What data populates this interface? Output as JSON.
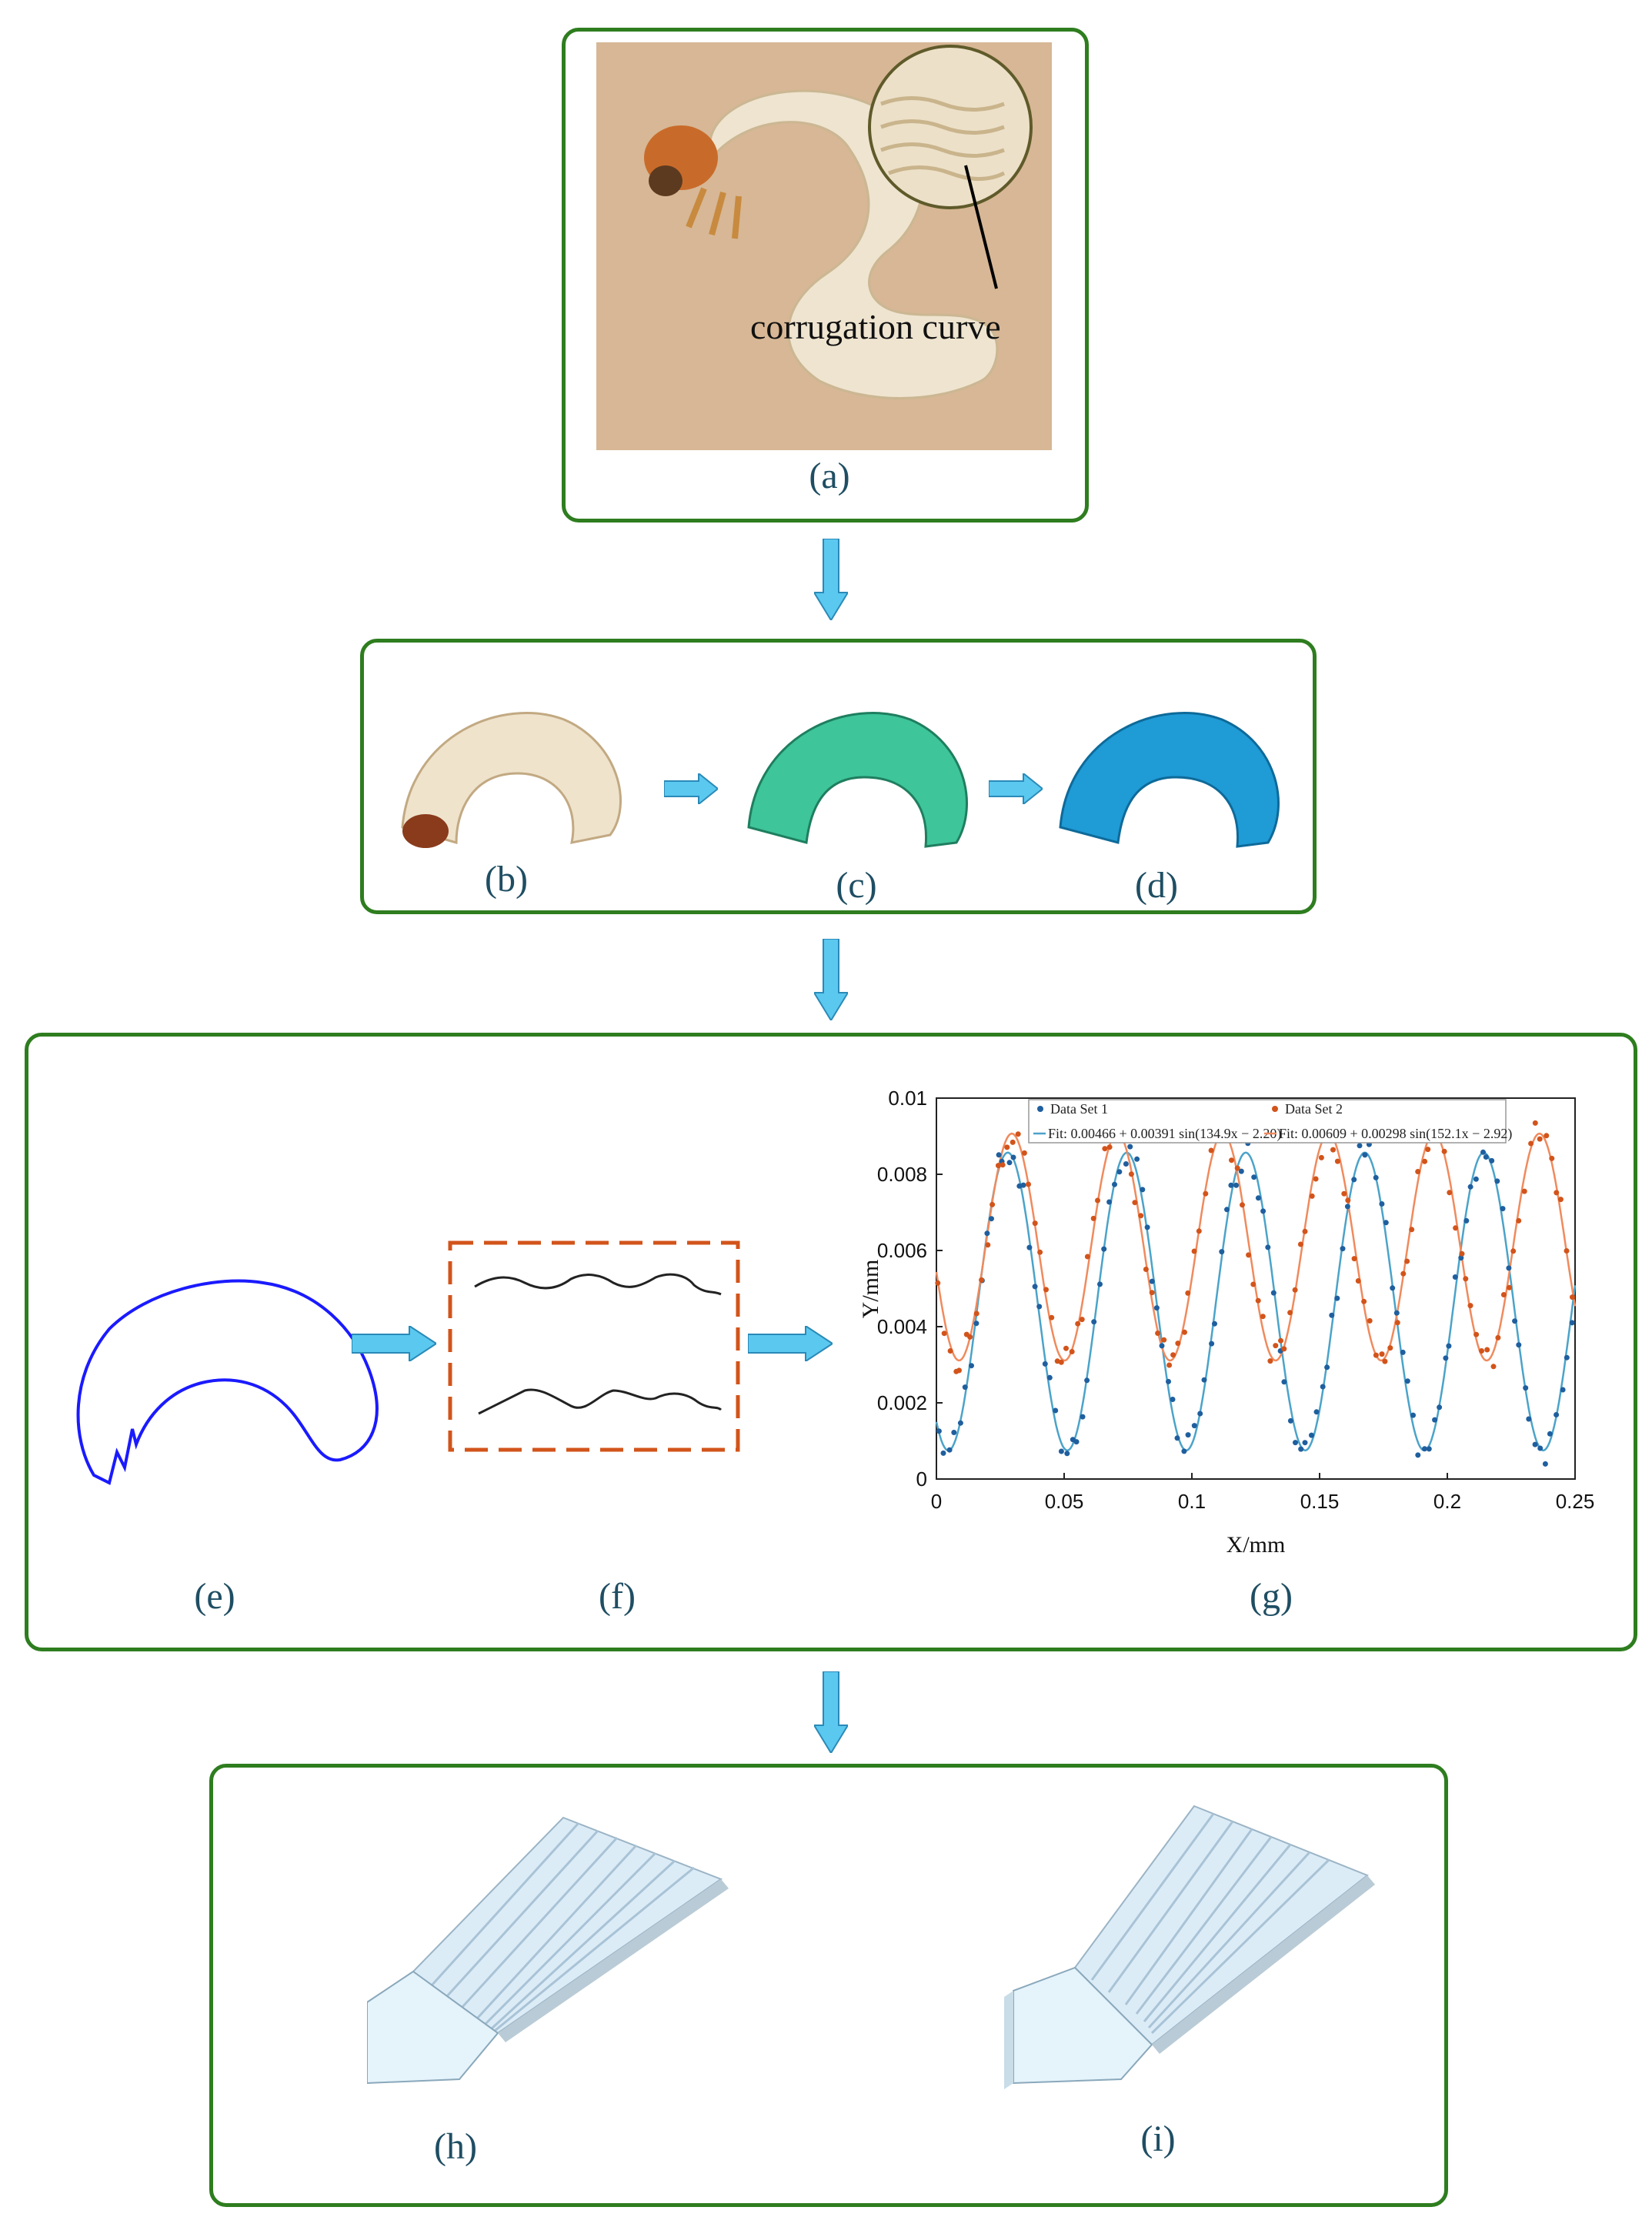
{
  "panel_a": {
    "label": "(a)",
    "annotation": "corrugation curve"
  },
  "panel_bcd": {
    "labels": [
      "(b)",
      "(c)",
      "(d)"
    ]
  },
  "panel_efg": {
    "labels": [
      "(e)",
      "(f)",
      "(g)"
    ]
  },
  "panel_hi": {
    "labels": [
      "(h)",
      "(i)"
    ]
  },
  "chart_data": {
    "type": "scatter",
    "xlabel": "X/mm",
    "ylabel": "Y/mm",
    "xlim": [
      0,
      0.25
    ],
    "ylim": [
      0,
      0.01
    ],
    "xticks": [
      "0",
      "0.05",
      "0.1",
      "0.15",
      "0.2",
      "0.25"
    ],
    "yticks": [
      "0",
      "0.002",
      "0.004",
      "0.006",
      "0.008",
      "0.01"
    ],
    "legend_position": "top",
    "series": [
      {
        "name": "Data Set 1",
        "color": "#1f5f9e",
        "kind": "points",
        "fit": {
          "offset": 0.00466,
          "amplitude": 0.00391,
          "freq": 134.9,
          "phase": -2.2
        }
      },
      {
        "name": "Data Set 2",
        "color": "#d2541b",
        "kind": "points",
        "fit": {
          "offset": 0.00609,
          "amplitude": 0.00298,
          "freq": 152.1,
          "phase": -2.92
        }
      },
      {
        "name": "Fit: 0.00466 + 0.00391 sin(134.9x − 2.20)",
        "color": "#4ba3c9",
        "kind": "line"
      },
      {
        "name": "Fit: 0.00609 + 0.00298 sin(152.1x − 2.92)",
        "color": "#f08a5d",
        "kind": "line"
      }
    ]
  },
  "colors": {
    "panel_border": "#2e7d1f",
    "arrow": "#5bc8ef",
    "label": "#1f4e63",
    "outline": "#1a1aff",
    "dashed_box": "#d2541b"
  }
}
